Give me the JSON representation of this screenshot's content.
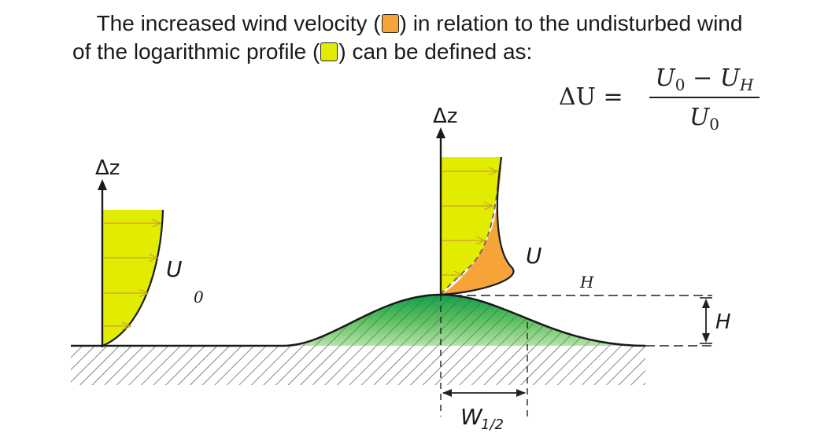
{
  "intro": {
    "line1_part1": "The increased wind velocity (",
    "line1_part2": ") in relation to the undisturbed wind",
    "line2_part1": "of the logarithmic profile (",
    "line2_part2": ") can be defined as:"
  },
  "formula": {
    "lhs": "ΔU =",
    "numerator_a": "U",
    "numerator_a_sub": "0",
    "numerator_op": " − ",
    "numerator_b": "U",
    "numerator_b_sub": "H",
    "denominator": "U",
    "denominator_sub": "0"
  },
  "diagram": {
    "left_axis_label": "Δz",
    "right_axis_label": "Δz",
    "u0_label": "U",
    "u0_sub": "0",
    "uh_label": "U",
    "uh_sub": "H",
    "hill_height_label": "H",
    "half_width_label": "W",
    "half_width_sub": "1/2"
  },
  "colors": {
    "profile_fill": "#e2ec00",
    "speedup_fill": "#f6a43a",
    "hill_fill": "#6cc66a",
    "hill_top": "#1a9e4a",
    "ground_hatch": "#5a6e5a",
    "arrows": "#c8a030"
  }
}
